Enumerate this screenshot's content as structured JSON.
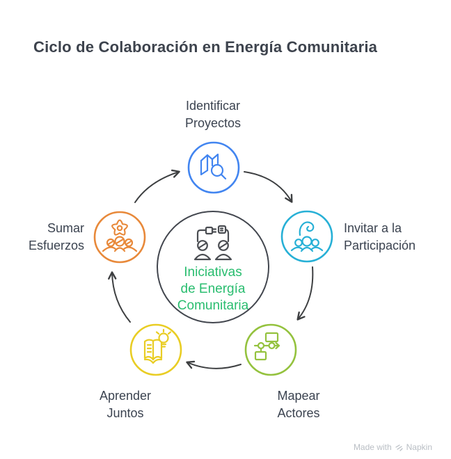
{
  "title": "Ciclo de Colaboración en Energía Comunitaria",
  "palette": {
    "label_text": "#3b4350",
    "title_text": "#3d434d",
    "background": "#ffffff"
  },
  "center": {
    "icon": "people-plug-connection-icon",
    "label": "Iniciativas\nde Energía\nComunitaria",
    "label_color": "#29bd6f",
    "ring_color": "#42464e",
    "icon_color": "#4a4d52"
  },
  "nodes": [
    {
      "id": "identificar-proyectos",
      "position": "top",
      "label": "Identificar\nProyectos",
      "color": "#4285f0",
      "icon": "map-search-icon"
    },
    {
      "id": "invitar-a-la-participacion",
      "position": "right",
      "label": "Invitar a la\nParticipación",
      "color": "#27b0d6",
      "icon": "group-discussion-icon"
    },
    {
      "id": "mapear-actores",
      "position": "bottom-right",
      "label": "Mapear\nActores",
      "color": "#94c23e",
      "icon": "flowchart-icon"
    },
    {
      "id": "aprender-juntos",
      "position": "bottom-left",
      "label": "Aprender\nJuntos",
      "color": "#e9cd24",
      "icon": "open-book-lightbulb-icon"
    },
    {
      "id": "sumar-esfuerzos",
      "position": "left",
      "label": "Sumar\nEsfuerzos",
      "color": "#e8893a",
      "icon": "gear-team-icon"
    }
  ],
  "arrows": {
    "color": "#3d3f41",
    "style": "curved",
    "direction": "clockwise",
    "count": 5
  },
  "watermark": {
    "prefix": "Made with",
    "brand": "Napkin",
    "color": "#b9bec4"
  }
}
